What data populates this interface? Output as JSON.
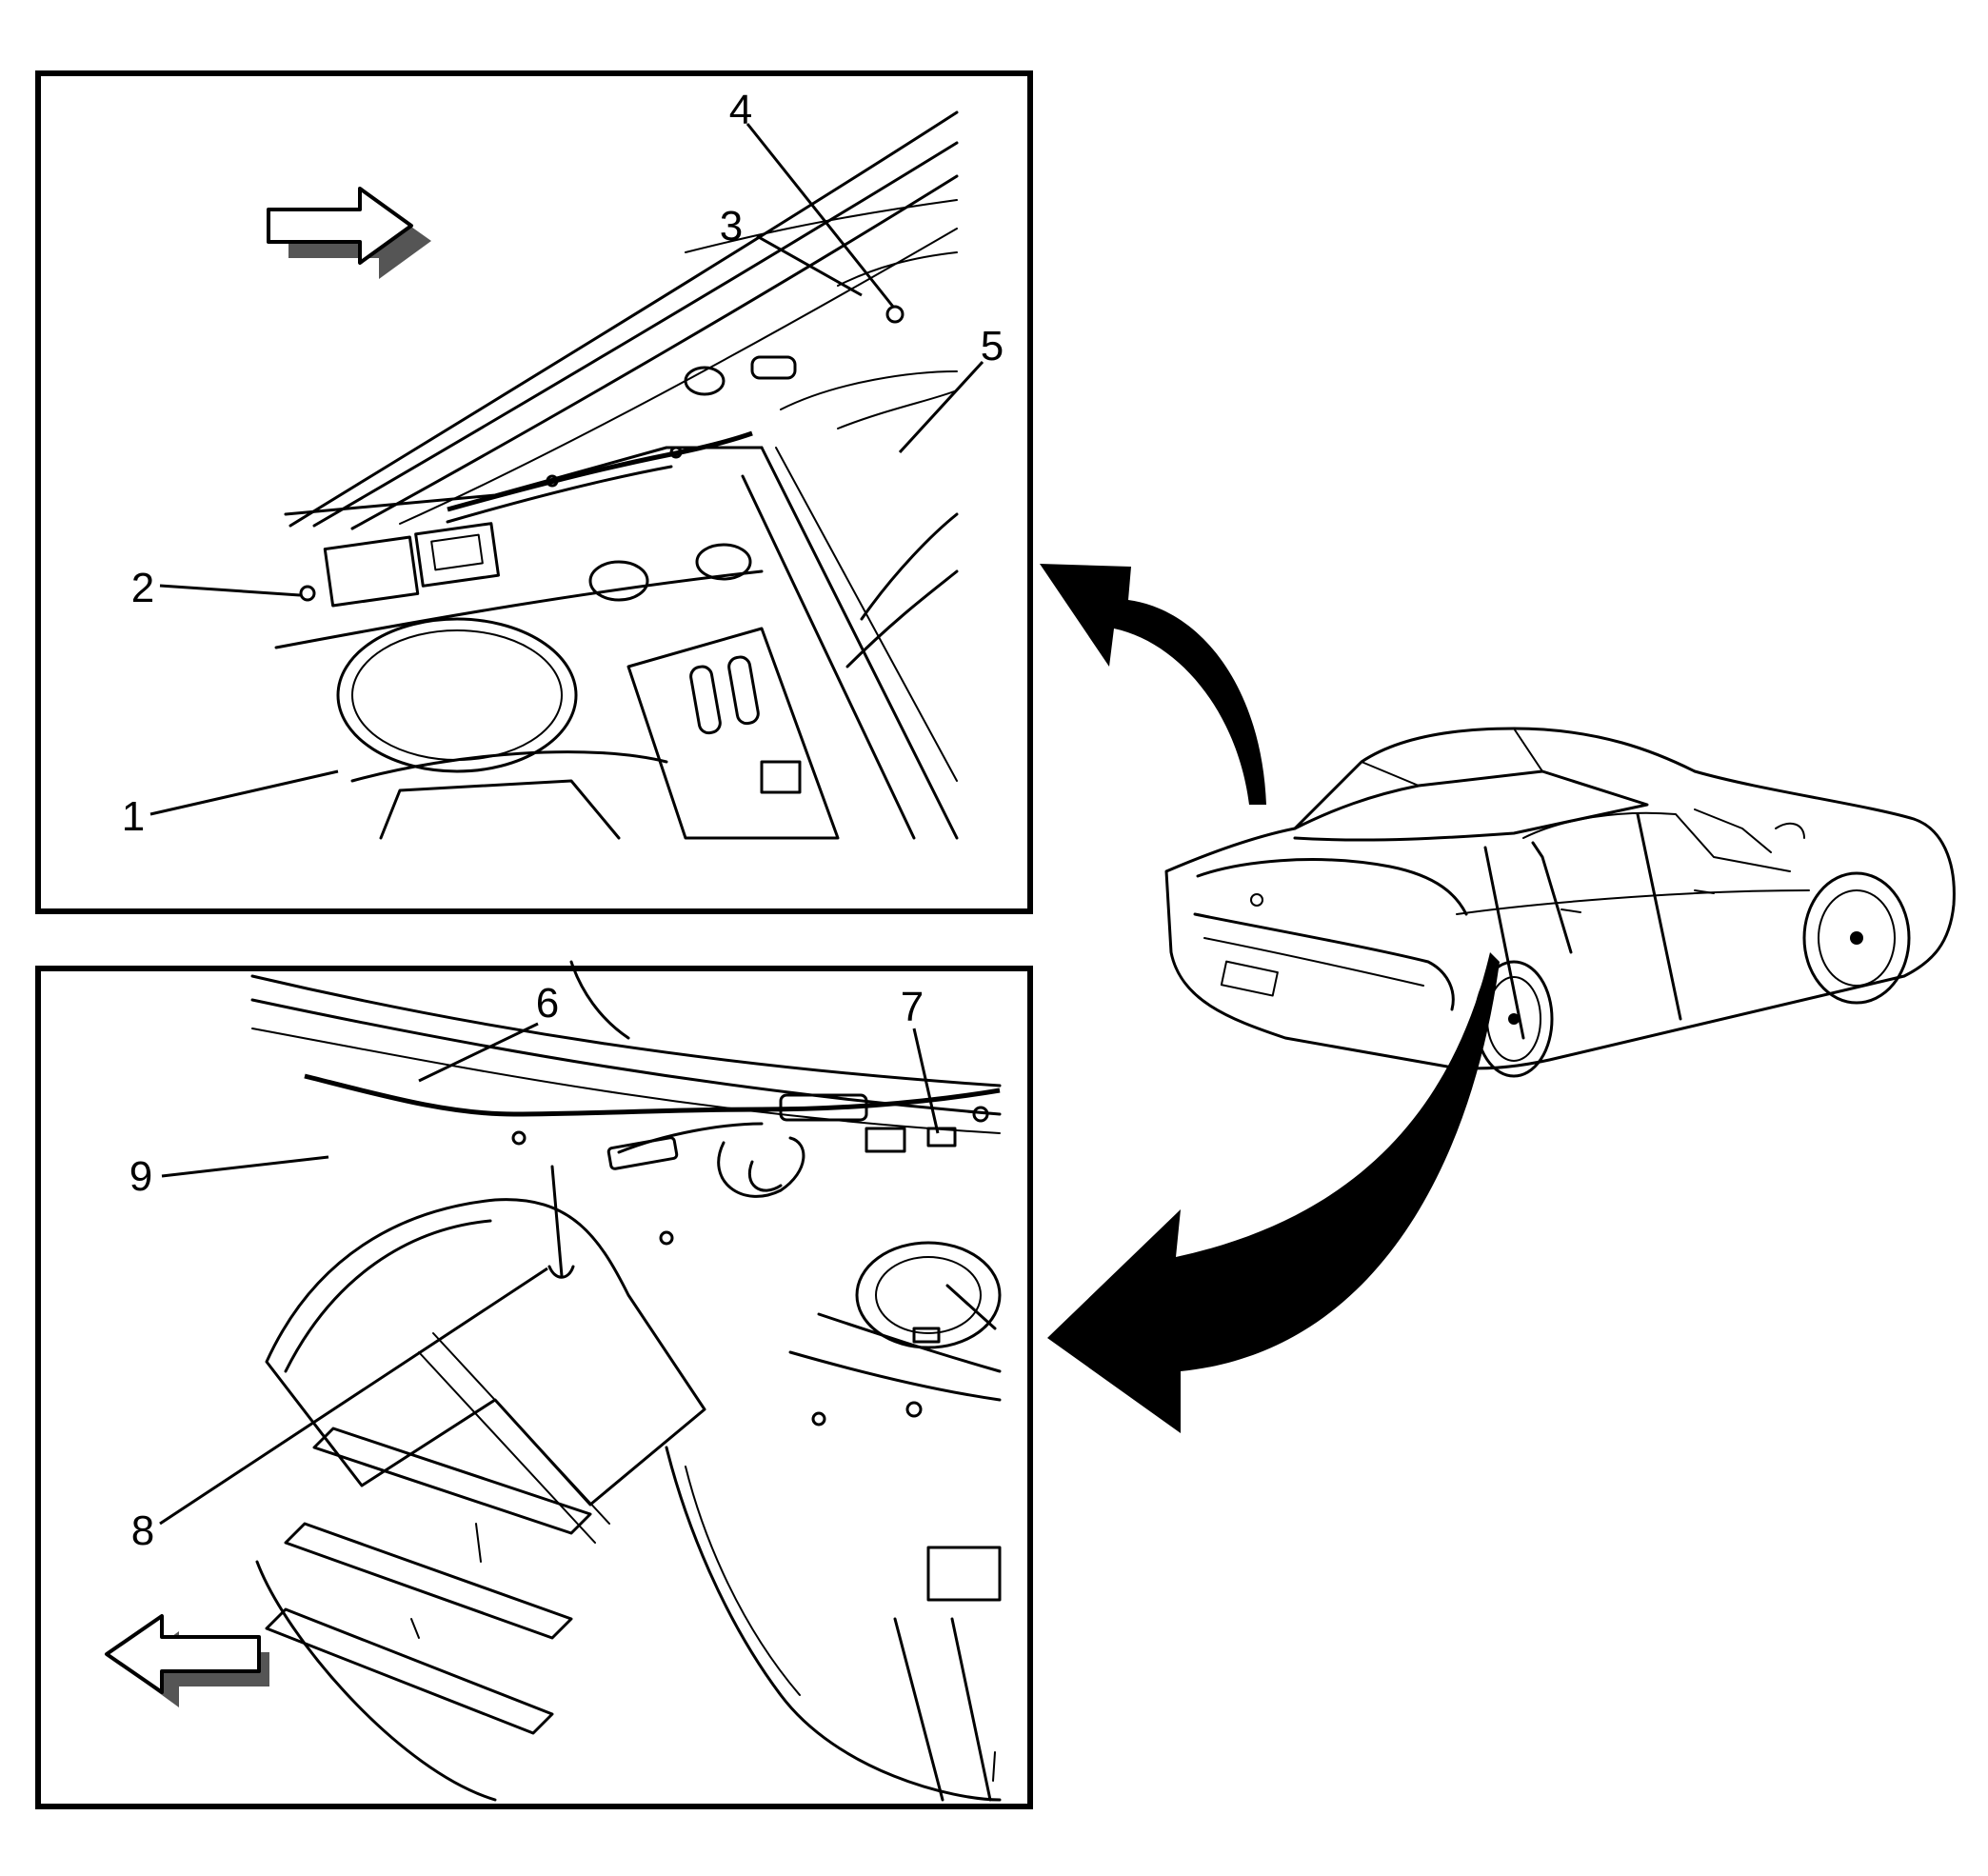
{
  "figure": {
    "top_panel": {
      "callouts": [
        {
          "id": "1",
          "text": "1"
        },
        {
          "id": "2",
          "text": "2"
        },
        {
          "id": "3",
          "text": "3"
        },
        {
          "id": "4",
          "text": "4"
        },
        {
          "id": "5",
          "text": "5"
        }
      ],
      "direction_arrow": "right-arrow-icon"
    },
    "bottom_panel": {
      "callouts": [
        {
          "id": "6",
          "text": "6"
        },
        {
          "id": "7",
          "text": "7"
        },
        {
          "id": "8",
          "text": "8"
        },
        {
          "id": "9",
          "text": "9"
        }
      ],
      "direction_arrow": "left-arrow-icon"
    },
    "vehicle": "sedan-rear-three-quarter-view",
    "view_indicators": [
      "curved-arrow-up-icon",
      "curved-arrow-down-icon"
    ]
  }
}
